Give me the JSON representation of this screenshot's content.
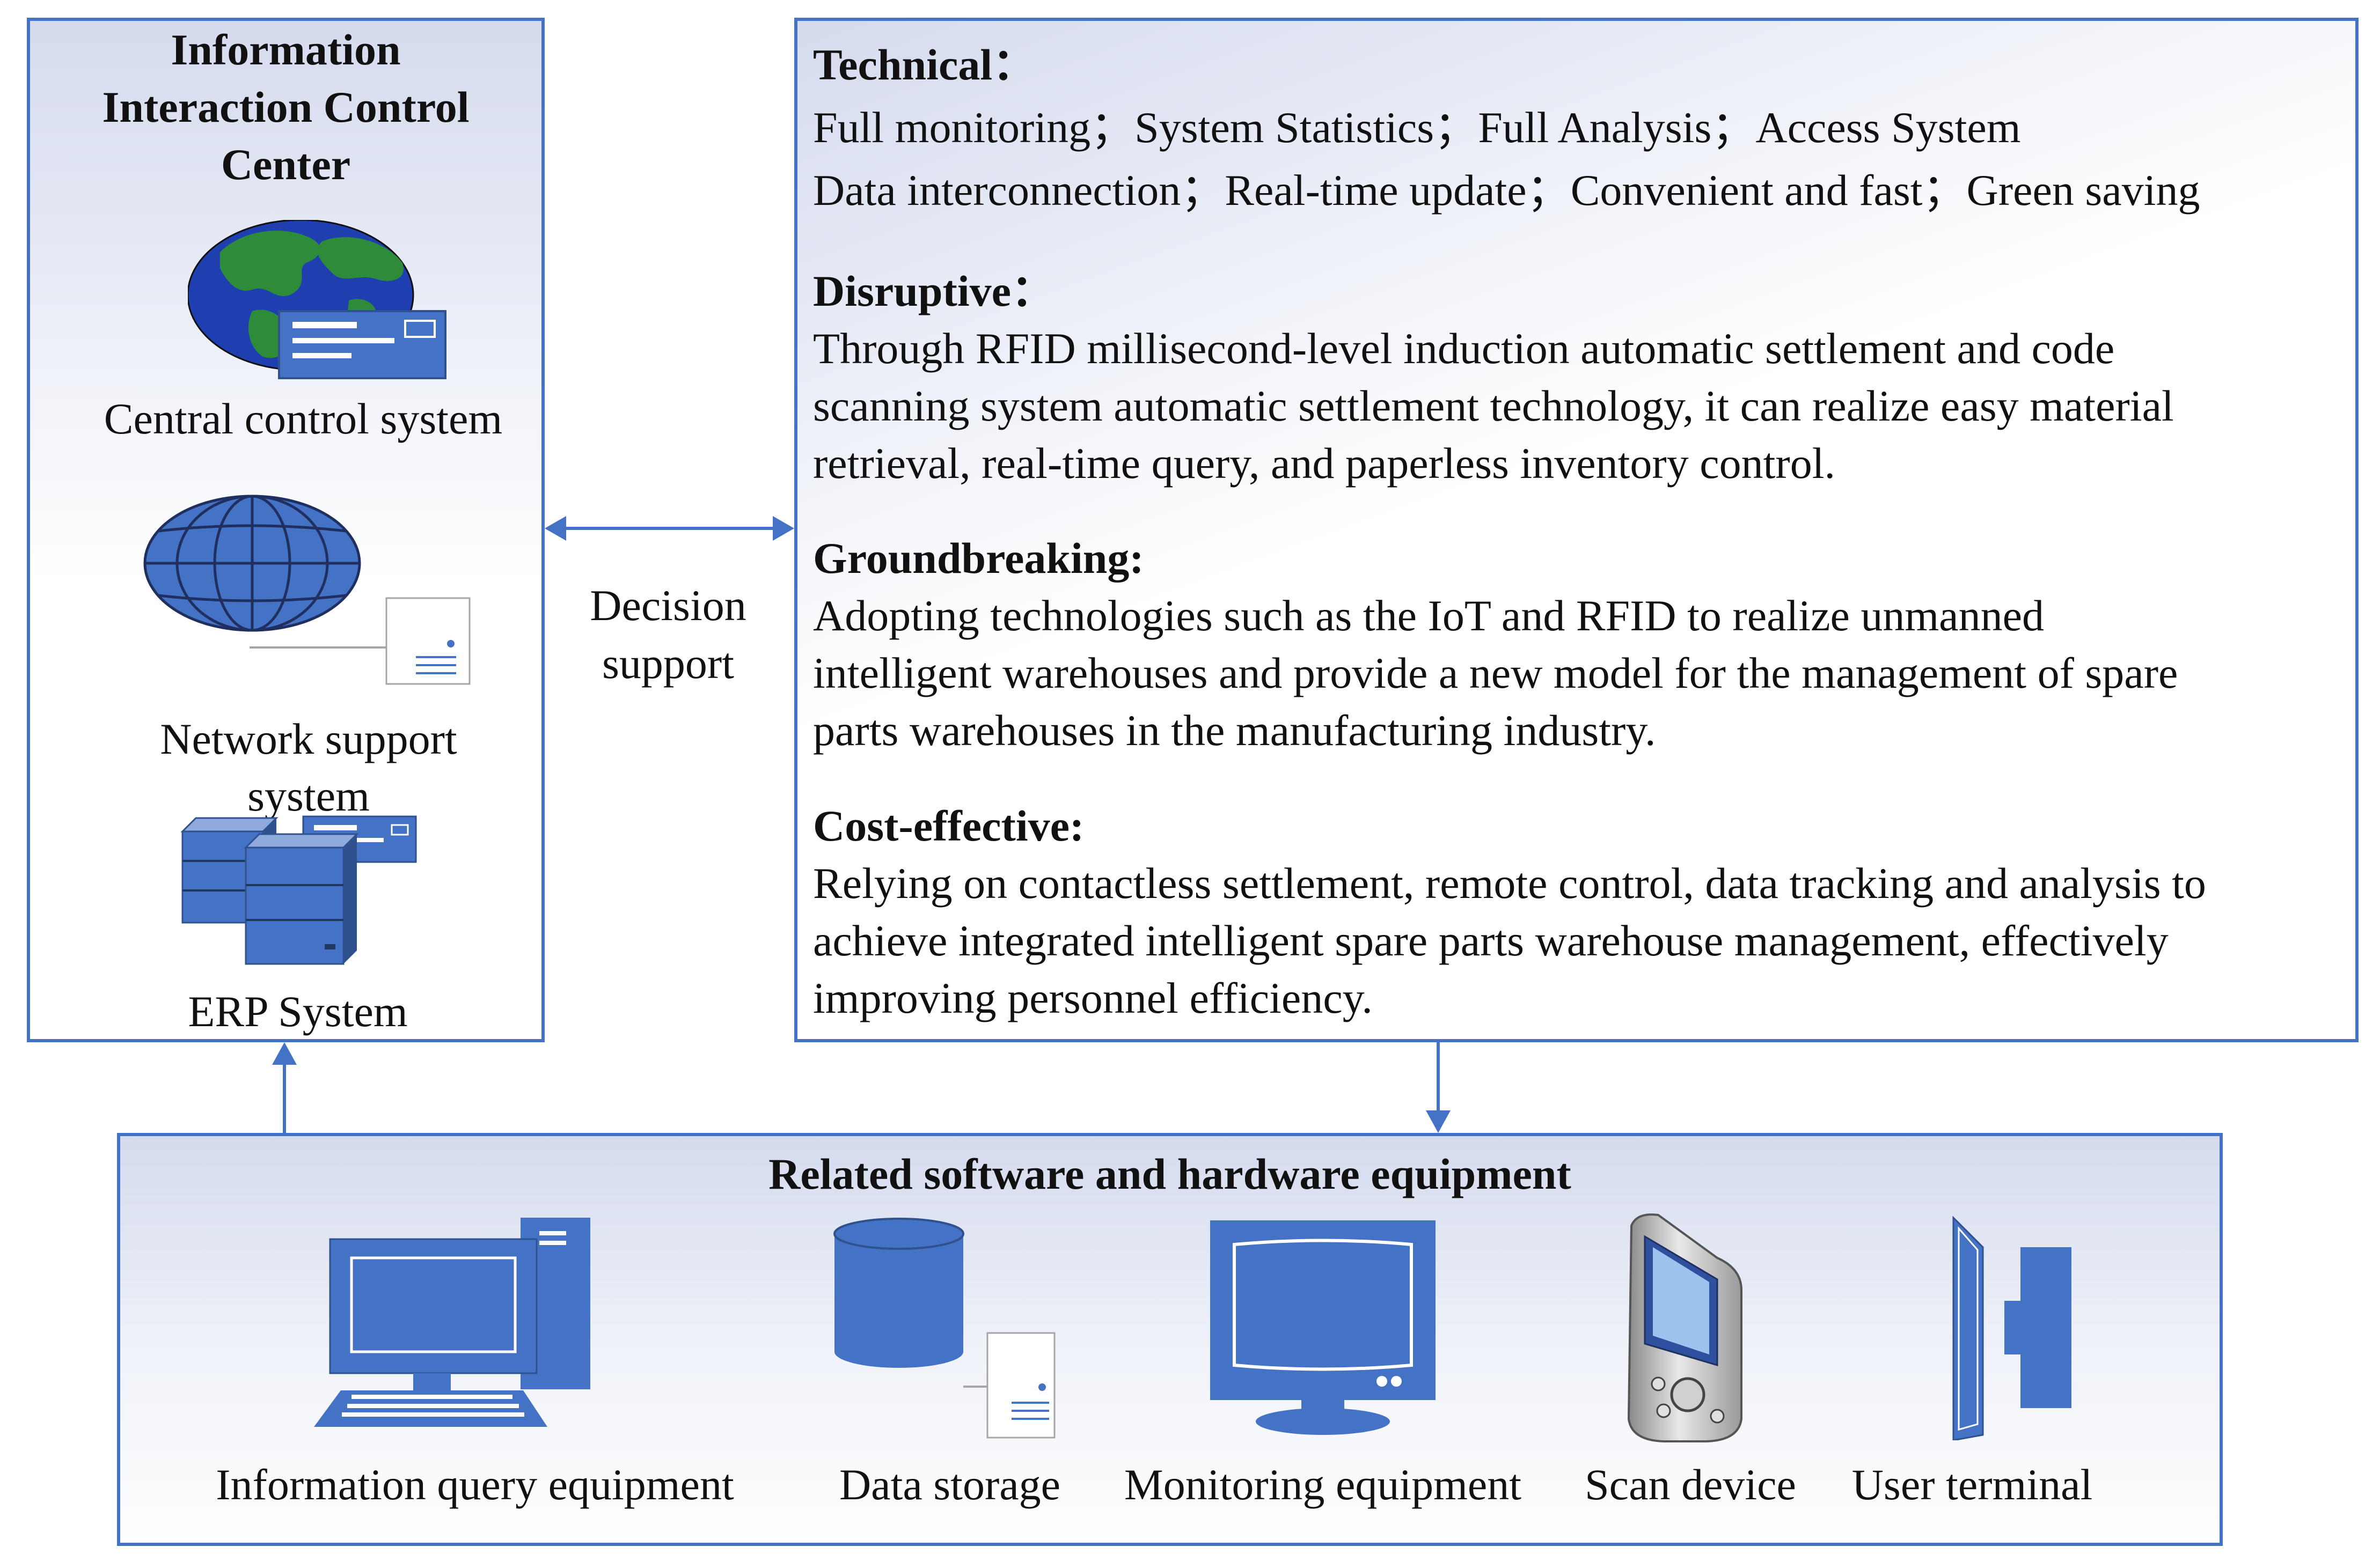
{
  "control_center": {
    "title": "Information Interaction Control Center",
    "title_lines": [
      "Information",
      "Interaction Control",
      "Center"
    ],
    "systems": [
      {
        "label": "Central control system",
        "icon": "globe-terminal-icon"
      },
      {
        "label_lines": [
          "Network support",
          "system"
        ],
        "label": "Network support system",
        "icon": "network-globe-icon"
      },
      {
        "label": "ERP System",
        "icon": "erp-servers-icon"
      }
    ]
  },
  "link": {
    "label_lines": [
      "Decision",
      "support"
    ]
  },
  "features": [
    {
      "heading": "Technical：",
      "lines": [
        " Full monitoring；System Statistics；Full Analysis；Access System",
        " Data interconnection；Real-time update；Convenient and fast；Green saving"
      ]
    },
    {
      "heading": "Disruptive：",
      "lines": [
        "Through RFID millisecond-level induction automatic settlement and code",
        "scanning system automatic settlement technology, it can realize easy material",
        "retrieval, real-time query, and paperless inventory control."
      ]
    },
    {
      "heading": "Groundbreaking:",
      "lines": [
        "Adopting technologies such as the IoT and RFID to realize unmanned",
        "intelligent warehouses and provide a new model for the management of spare",
        "parts warehouses in the manufacturing industry."
      ]
    },
    {
      "heading": "Cost-effective:",
      "lines": [
        "Relying on contactless settlement, remote control, data tracking and analysis to",
        "achieve integrated intelligent spare parts warehouse management, effectively",
        "improving personnel efficiency."
      ]
    }
  ],
  "equipment": {
    "title": "Related software and hardware equipment",
    "items": [
      {
        "label": "Information query equipment",
        "icon": "desktop-computer-icon"
      },
      {
        "label": "Data storage",
        "icon": "database-icon"
      },
      {
        "label": "Monitoring equipment",
        "icon": "monitor-icon"
      },
      {
        "label": "Scan device",
        "icon": "handheld-scanner-icon"
      },
      {
        "label": "User terminal",
        "icon": "user-terminal-icon"
      }
    ]
  },
  "colors": {
    "border": "#4472c4",
    "icon_fill": "#4472c4",
    "globe_land": "#2e8b3a",
    "globe_sea": "#1f3fb0"
  }
}
